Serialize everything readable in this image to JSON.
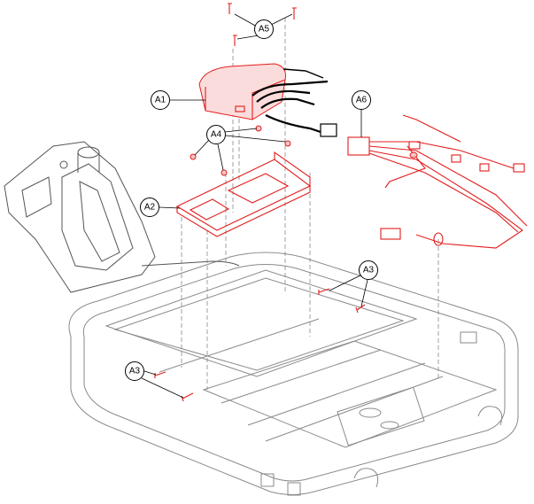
{
  "diagram": {
    "title": "Exploded parts view",
    "callouts": [
      {
        "id": "a5",
        "label": "A5"
      },
      {
        "id": "a1",
        "label": "A1"
      },
      {
        "id": "a6",
        "label": "A6"
      },
      {
        "id": "a4",
        "label": "A4"
      },
      {
        "id": "a2",
        "label": "A2"
      },
      {
        "id": "a3-right",
        "label": "A3"
      },
      {
        "id": "a3-left",
        "label": "A3"
      }
    ],
    "colors": {
      "highlight": "#e21d1d",
      "frame": "#8a8a8a",
      "callout": "#000000"
    }
  }
}
